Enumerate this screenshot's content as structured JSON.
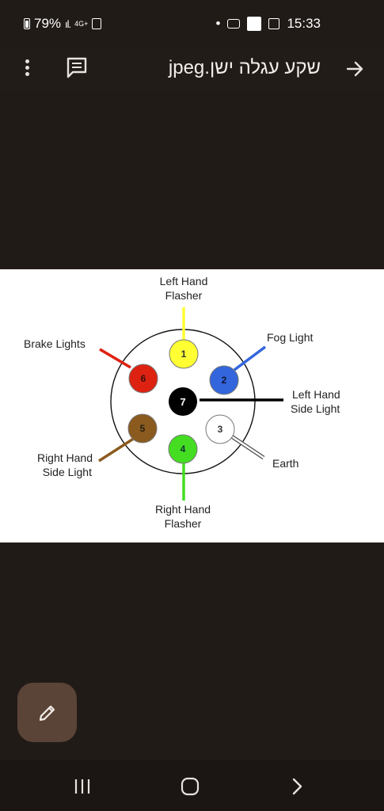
{
  "status_bar": {
    "battery": "79%",
    "network": "4G+",
    "time": "15:33"
  },
  "app_bar": {
    "title": "שקע עגלה ישן.jpeg"
  },
  "diagram": {
    "pins": [
      {
        "number": "1",
        "color": "#ffff33",
        "label_lines": [
          "Left Hand",
          "Flasher"
        ]
      },
      {
        "number": "2",
        "color": "#3366dd",
        "label_lines": [
          "Fog Light"
        ]
      },
      {
        "number": "3",
        "color": "#ffffff",
        "label_lines": [
          "Earth"
        ]
      },
      {
        "number": "4",
        "color": "#44dd22",
        "label_lines": [
          "Right Hand",
          "Flasher"
        ]
      },
      {
        "number": "5",
        "color": "#8b5a1e",
        "label_lines": [
          "Right Hand",
          "Side Light"
        ]
      },
      {
        "number": "6",
        "color": "#dd2211",
        "label_lines": [
          "Brake Lights"
        ]
      },
      {
        "number": "7",
        "color": "#000000",
        "label_lines": [
          "Left Hand",
          "Side Light"
        ]
      }
    ]
  },
  "icons": {
    "menu": "more-vert-icon",
    "comment": "comment-icon",
    "forward": "arrow-forward-icon",
    "fab": "pencil-icon",
    "nav_recent": "recents-icon",
    "nav_home": "home-icon",
    "nav_back": "back-icon"
  }
}
